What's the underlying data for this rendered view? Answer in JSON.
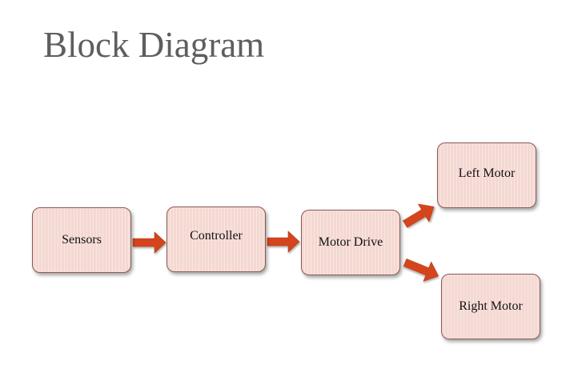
{
  "title": "Block Diagram",
  "nodes": {
    "sensors": "Sensors",
    "controller": "Controller",
    "motor_drive": "Motor Drive",
    "left_motor": "Left Motor",
    "right_motor": "Right Motor"
  },
  "colors": {
    "node_fill": "#f5d8d2",
    "node_border": "#8a5a55",
    "arrow": "#d5441c",
    "title": "#5e5e5e"
  }
}
